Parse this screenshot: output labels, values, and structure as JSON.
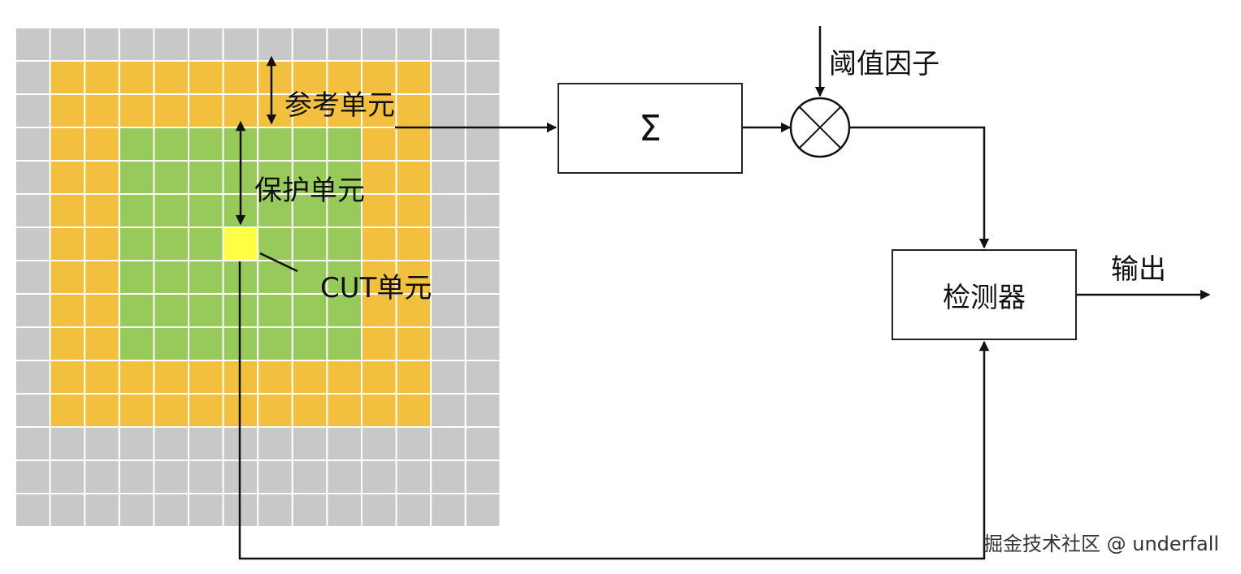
{
  "grid": {
    "rows": 15,
    "cols": 14,
    "colors": {
      "outer": "#c8c8c8",
      "reference": "#f2c03e",
      "guard": "#97c95b",
      "cut": "#ffff44",
      "gridline": "#ffffff"
    }
  },
  "labels": {
    "reference_cells": "参考单元",
    "guard_cells": "保护单元",
    "cut_cell": "CUT单元",
    "threshold_factor": "阈值因子",
    "output": "输出"
  },
  "blocks": {
    "sum_symbol": "Σ",
    "detector": "检测器"
  },
  "watermark": "掘金技术社区 @ underfall",
  "colors": {
    "line": "#111111",
    "box_border": "#222222"
  }
}
